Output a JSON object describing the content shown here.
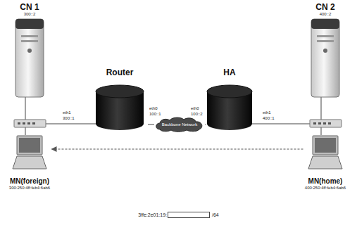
{
  "diagram": {
    "nodes": [
      {
        "text": [
          "CN 1",
          "300::2"
        ]
      },
      {
        "text": [
          "CN 2",
          "400::2"
        ]
      },
      {
        "text": [
          "Router"
        ]
      },
      {
        "text": [
          "Backbone Network"
        ]
      },
      {
        "text": [
          "HA"
        ]
      },
      {
        "text": [
          "MN(foreign)",
          "300:250:4ff:feb4:6ab6"
        ]
      },
      {
        "text": [
          "MN(home)",
          "400:250:4ff:feb4:6ab6"
        ]
      }
    ],
    "edges": [
      {
        "from": 2,
        "to": 3,
        "arrow": "none"
      },
      {
        "from": 3,
        "to": 4,
        "arrow": "none"
      },
      {
        "from": 6,
        "to": 5,
        "arrow": "to"
      }
    ],
    "labels": [
      "eth1",
      "300::1",
      "eth0",
      "100::1",
      "eth0",
      "100::2",
      "eth1",
      "400::1",
      "3ffe:2e01:19:",
      "/64"
    ]
  }
}
